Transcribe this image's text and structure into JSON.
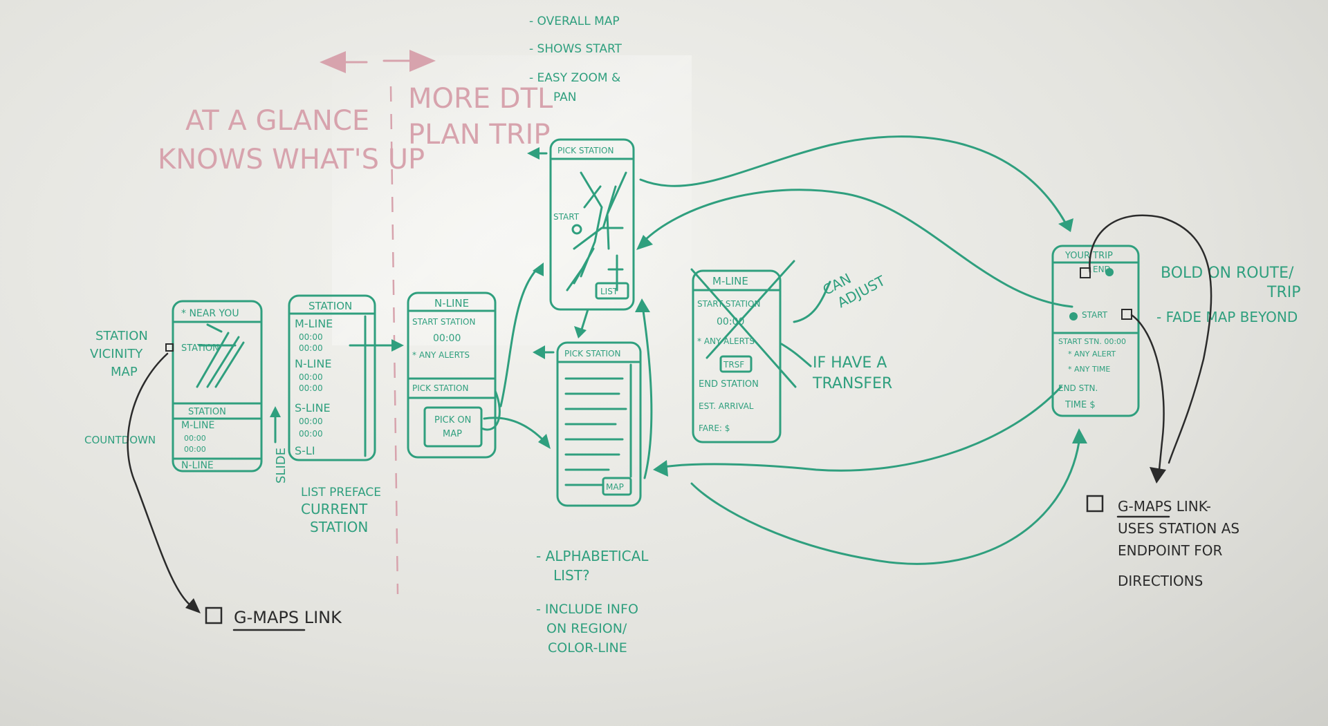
{
  "colors": {
    "green": "#2f9f7e",
    "pink": "#d7a3ad",
    "black": "#2b2b2b",
    "board": "#e8e8e4"
  },
  "headers": {
    "left": [
      "AT A GLANCE",
      "KNOWS WHAT'S UP"
    ],
    "right": [
      "MORE DTL",
      "PLAN TRIP"
    ]
  },
  "notes": {
    "map_notes": [
      "- OVERALL MAP",
      "- SHOWS START",
      "- EASY ZOOM &",
      "PAN"
    ],
    "station_vicinity": [
      "STATION",
      "VICINITY",
      "MAP"
    ],
    "countdown": "COUNTDOWN",
    "slide": "SLIDE",
    "list_preface": [
      "LIST PREFACE",
      "CURRENT",
      "STATION"
    ],
    "alphabetical": [
      "- ALPHABETICAL",
      "LIST?",
      "- INCLUDE INFO",
      "ON REGION/",
      "COLOR-LINE"
    ],
    "can_adjust": [
      "CAN",
      "ADJUST"
    ],
    "transfer": [
      "IF HAVE A",
      "TRANSFER"
    ],
    "bold_route": [
      "BOLD ON ROUTE/",
      "TRIP",
      "- FADE MAP BEYOND"
    ],
    "gmaps_left": "G-MAPS LINK",
    "gmaps_right": [
      "G-MAPS LINK-",
      "USES STATION AS",
      "ENDPOINT FOR",
      "DIRECTIONS"
    ]
  },
  "screens": {
    "near_you": {
      "title": "* NEAR YOU",
      "map_label": "STATION",
      "section": "STATION",
      "rows": [
        "M-LINE",
        "00:00",
        "00:00",
        "N-LINE"
      ]
    },
    "station": {
      "title": "STATION",
      "rows": [
        "M-LINE",
        "00:00",
        "00:00",
        "N-LINE",
        "00:00",
        "00:00",
        "S-LINE",
        "00:00",
        "00:00",
        "S-LI"
      ]
    },
    "n_line": {
      "title": "N-LINE",
      "rows": [
        "START STATION",
        "00:00",
        "* ANY ALERTS"
      ],
      "pick": "PICK STATION",
      "pick_map": [
        "PICK ON",
        "MAP"
      ]
    },
    "pick_map": {
      "title": "PICK STATION",
      "start_label": "START",
      "button": "LIST"
    },
    "pick_list": {
      "title": "PICK STATION",
      "button": "MAP"
    },
    "m_line": {
      "title": "M-LINE",
      "rows": [
        "START STATION",
        "00:00",
        "* ANY ALERTS",
        "END STATION",
        "EST. ARRIVAL",
        "FARE: $"
      ],
      "button": "TRSF"
    },
    "your_trip": {
      "title": "YOUR TRIP",
      "end": "END",
      "start": "START",
      "rows": [
        "START STN. 00:00",
        "* ANY ALERT",
        "* ANY TIME",
        "END STN.",
        "TIME $"
      ]
    }
  }
}
